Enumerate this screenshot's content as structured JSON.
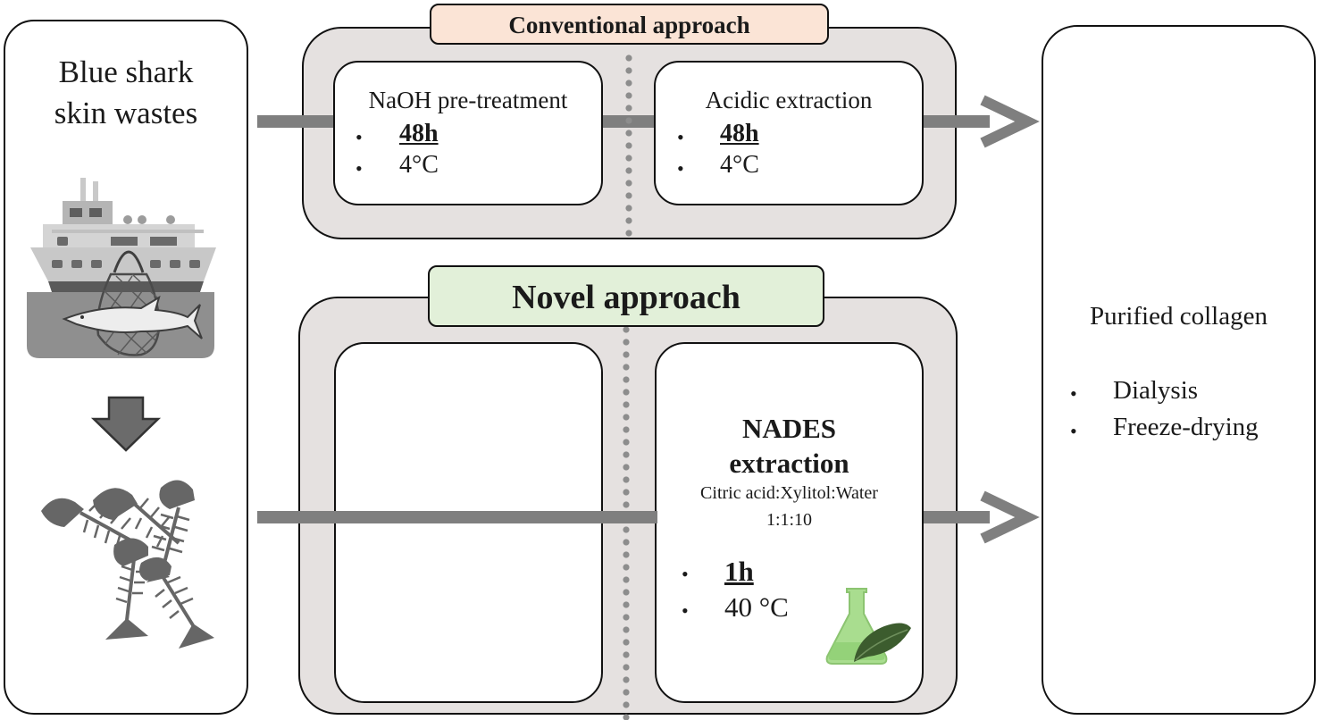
{
  "source": {
    "title": "Blue shark\nskin wastes",
    "icons": [
      "fishing-boat-with-shark-in-net",
      "down-arrow",
      "fish-skeletons"
    ]
  },
  "conventional": {
    "header": "Conventional approach",
    "step1": {
      "title": "NaOH pre-treatment",
      "time": "48h",
      "temp": "4°C"
    },
    "step2": {
      "title": "Acidic extraction",
      "time": "48h",
      "temp": "4°C"
    }
  },
  "novel": {
    "header": "Novel approach",
    "step": {
      "title_line1": "NADES",
      "title_line2": "extraction",
      "solvent": "Citric acid:Xylitol:Water",
      "ratio": "1:1:10",
      "time": "1h",
      "temp": "40 °C",
      "icon": "green-flask-with-leaf"
    }
  },
  "result": {
    "title": "Purified collagen",
    "steps": [
      "Dialysis",
      "Freeze-drying"
    ]
  },
  "bullet": "•",
  "colors": {
    "conventional_tag": "#fbe4d6",
    "novel_tag": "#e2f0d9",
    "group_background": "#e5e1e0",
    "arrow": "#7f7f7f",
    "flask": "#a9dd8f",
    "leaf": "#3c5c2e"
  }
}
